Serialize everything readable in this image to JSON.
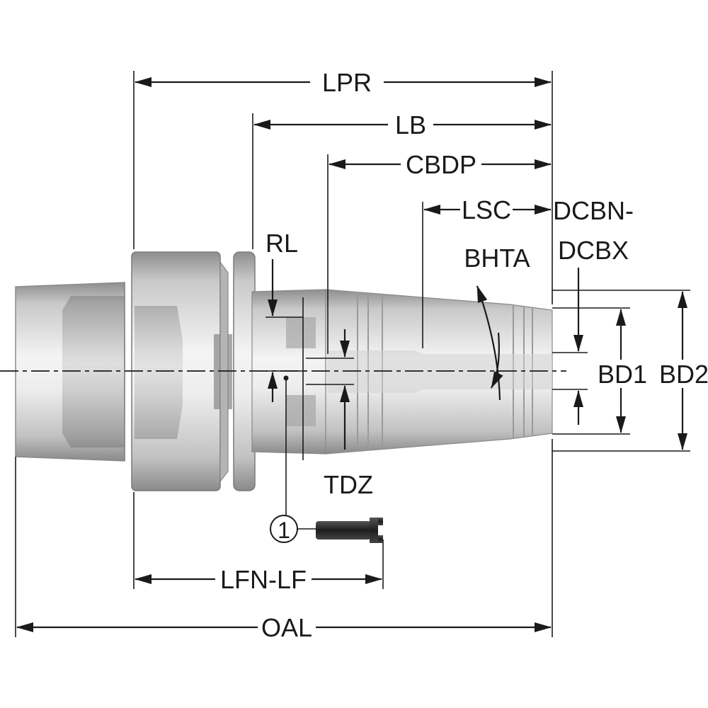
{
  "labels": {
    "lpr": "LPR",
    "lb": "LB",
    "cbdp": "CBDP",
    "lsc": "LSC",
    "dcbn": "DCBN-",
    "dcbx": "DCBX",
    "rl": "RL",
    "bhta": "BHTA",
    "bd1": "BD1",
    "bd2": "BD2",
    "tdz": "TDZ",
    "lfn_lf": "LFN-LF",
    "oal": "OAL",
    "callout": "1"
  },
  "icons": {
    "dimension_arrow": "arrowhead-icon",
    "set_screw": "set-screw-icon"
  },
  "colors": {
    "ink": "#1a1a1a",
    "metal_light": "#f0f0f0",
    "metal_mid": "#c8c8c8",
    "metal_dark": "#8e8e8e",
    "screw": "#2a2a2a"
  }
}
